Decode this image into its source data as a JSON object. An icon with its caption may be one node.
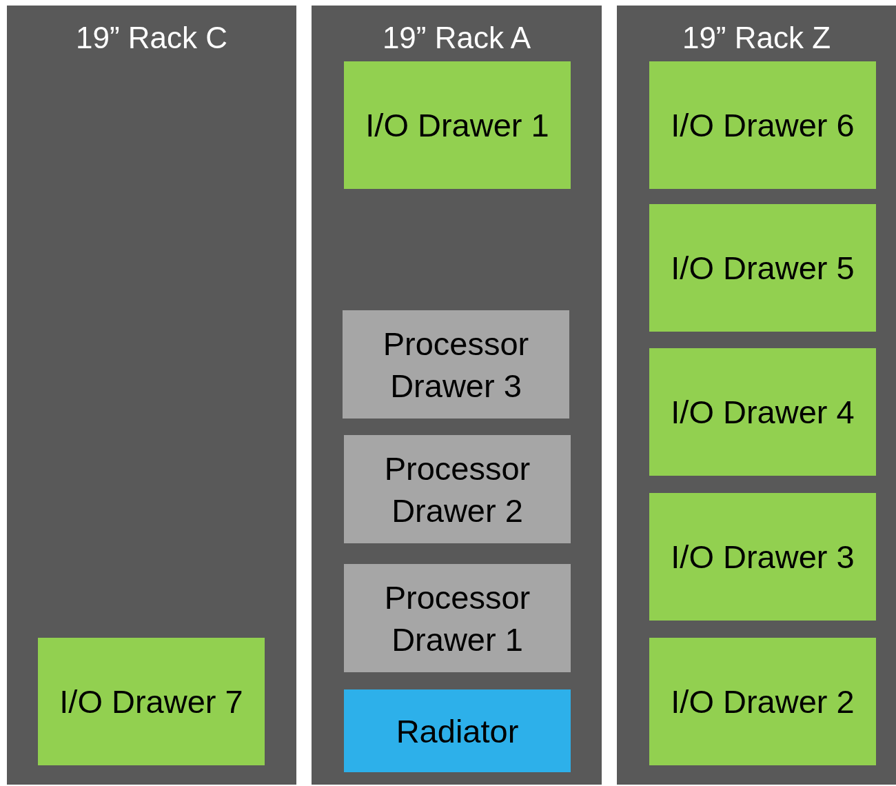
{
  "diagram": {
    "nodes": [
      {
        "text": [
          "19” Rack C"
        ]
      },
      {
        "text": [
          "I/O Drawer 7"
        ],
        "in": 0
      },
      {
        "text": [
          "19” Rack A"
        ]
      },
      {
        "text": [
          "I/O Drawer 1"
        ],
        "in": 2
      },
      {
        "text": [
          "Processor Drawer 3"
        ],
        "in": 2
      },
      {
        "text": [
          "Processor Drawer 2"
        ],
        "in": 2
      },
      {
        "text": [
          "Processor Drawer 1"
        ],
        "in": 2
      },
      {
        "text": [
          "Radiator"
        ],
        "in": 2
      },
      {
        "text": [
          "19” Rack Z"
        ]
      },
      {
        "text": [
          "I/O Drawer 6"
        ],
        "in": 8
      },
      {
        "text": [
          "I/O Drawer 5"
        ],
        "in": 8
      },
      {
        "text": [
          "I/O Drawer 4"
        ],
        "in": 8
      },
      {
        "text": [
          "I/O Drawer 3"
        ],
        "in": 8
      },
      {
        "text": [
          "I/O Drawer 2"
        ],
        "in": 8
      }
    ]
  }
}
